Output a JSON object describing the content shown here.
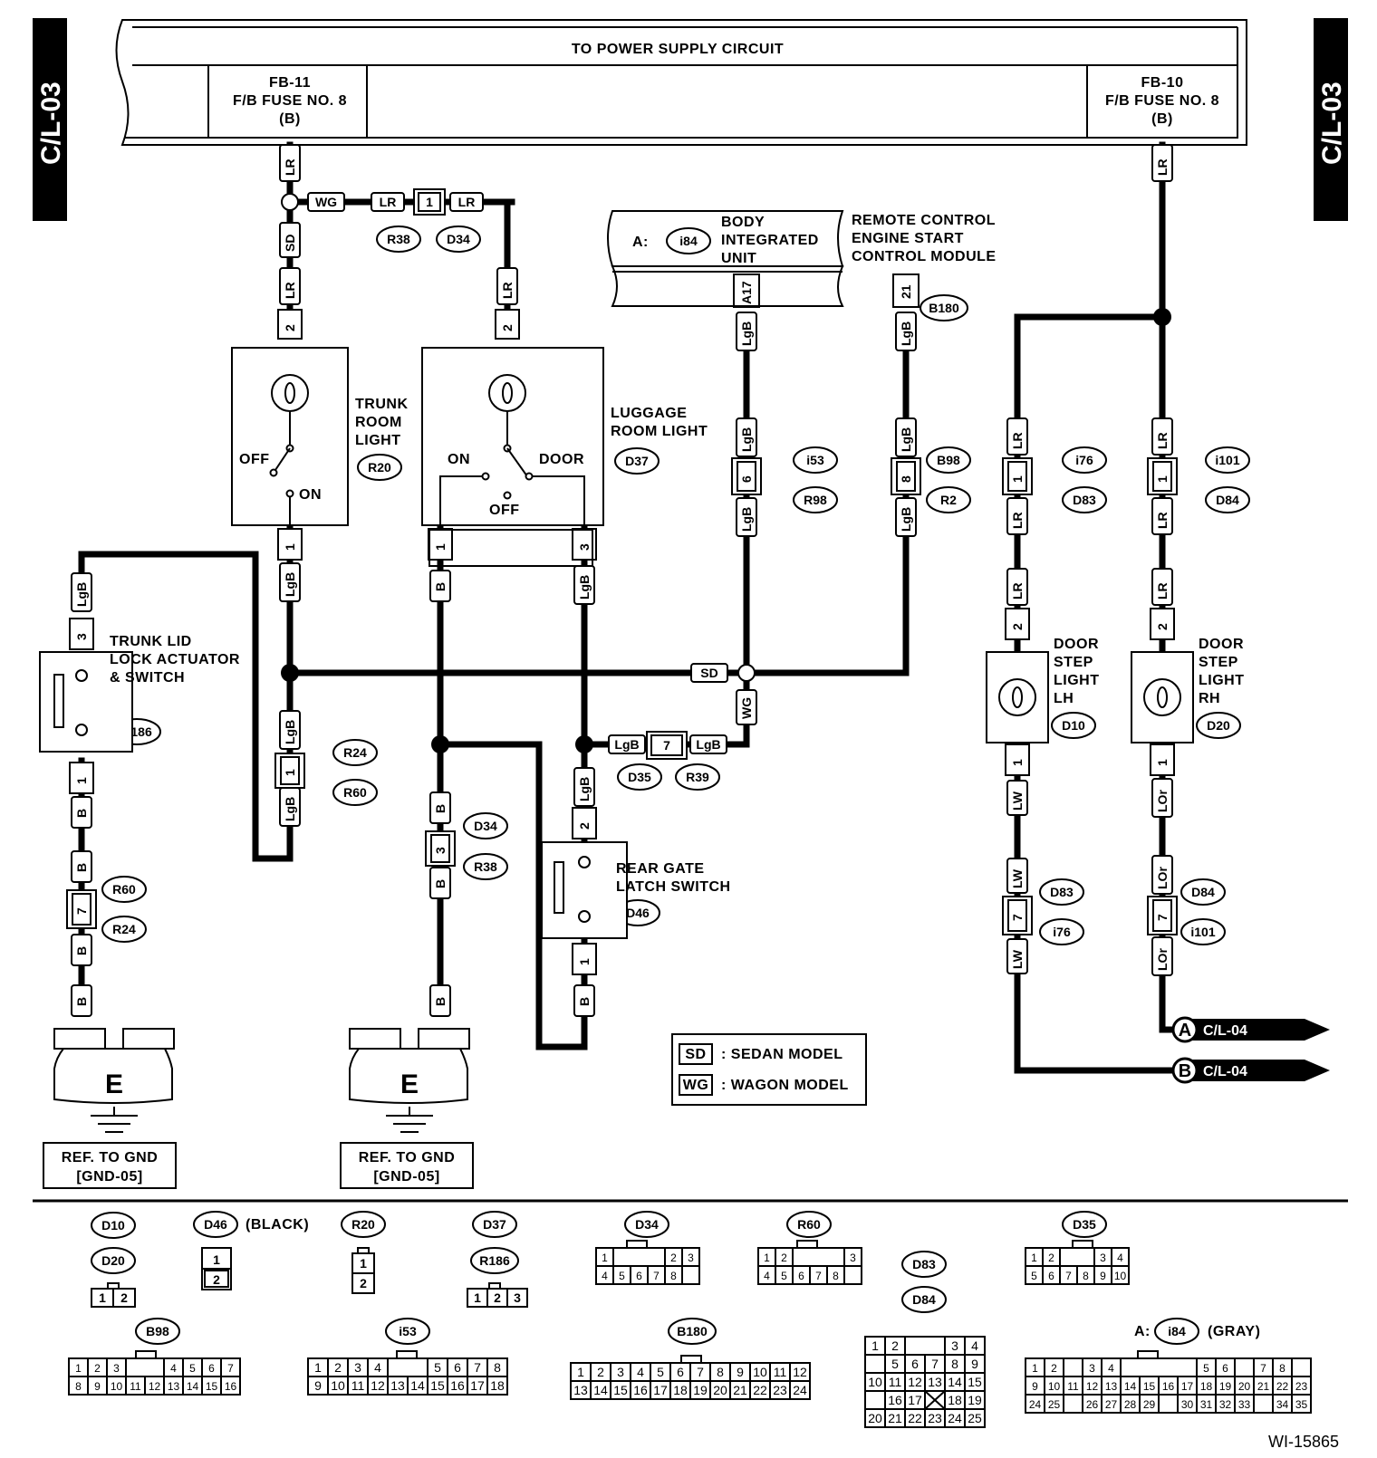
{
  "header": {
    "page_id_left": "C/L-03",
    "page_id_right": "C/L-03",
    "title": "TO POWER SUPPLY CIRCUIT",
    "fuse_left": [
      "FB-11",
      "F/B FUSE NO. 8",
      "(B)"
    ],
    "fuse_right": [
      "FB-10",
      "F/B FUSE NO. 8",
      "(B)"
    ]
  },
  "wire_colors": [
    "LR",
    "SD",
    "WG",
    "LgB",
    "B",
    "LW",
    "LOr"
  ],
  "connectors": [
    "R38",
    "D34",
    "i84",
    "B180",
    "R20",
    "D37",
    "i53",
    "R98",
    "B98",
    "R2",
    "i76",
    "D83",
    "i101",
    "D84",
    "R186",
    "R24",
    "R60",
    "D35",
    "R39",
    "D46",
    "D10",
    "D20"
  ],
  "components": {
    "body_unit": {
      "prefix": "A:",
      "line1": "BODY",
      "line2": "INTEGRATED",
      "line3": "UNIT",
      "pin": "A17"
    },
    "remote_module": [
      "REMOTE CONTROL",
      "ENGINE START",
      "CONTROL MODULE"
    ],
    "trunk_light": [
      "TRUNK",
      "ROOM",
      "LIGHT"
    ],
    "luggage_light": [
      "LUGGAGE",
      "ROOM LIGHT"
    ],
    "trunk_lock": [
      "TRUNK LID",
      "LOCK ACTUATOR",
      "& SWITCH"
    ],
    "rear_gate": [
      "REAR GATE",
      "LATCH SWITCH"
    ],
    "door_lh": [
      "DOOR",
      "STEP",
      "LIGHT",
      "LH"
    ],
    "door_rh": [
      "DOOR",
      "STEP",
      "LIGHT",
      "RH"
    ],
    "switch_labels": {
      "off": "OFF",
      "on": "ON",
      "door": "DOOR"
    }
  },
  "ground": {
    "symbol": "E",
    "ref_line1": "REF. TO GND",
    "ref_line2": "[GND-05]"
  },
  "outputs": [
    {
      "letter": "A",
      "ref": "C/L-04"
    },
    {
      "letter": "B",
      "ref": "C/L-04"
    }
  ],
  "legend": [
    {
      "code": "SD",
      "text": ": SEDAN MODEL"
    },
    {
      "code": "WG",
      "text": ": WAGON MODEL"
    }
  ],
  "connector_views": {
    "d46_note": "(BLACK)",
    "i84_note": "(GRAY)",
    "i84_prefix": "A:"
  },
  "figure_id": "WI-15865"
}
